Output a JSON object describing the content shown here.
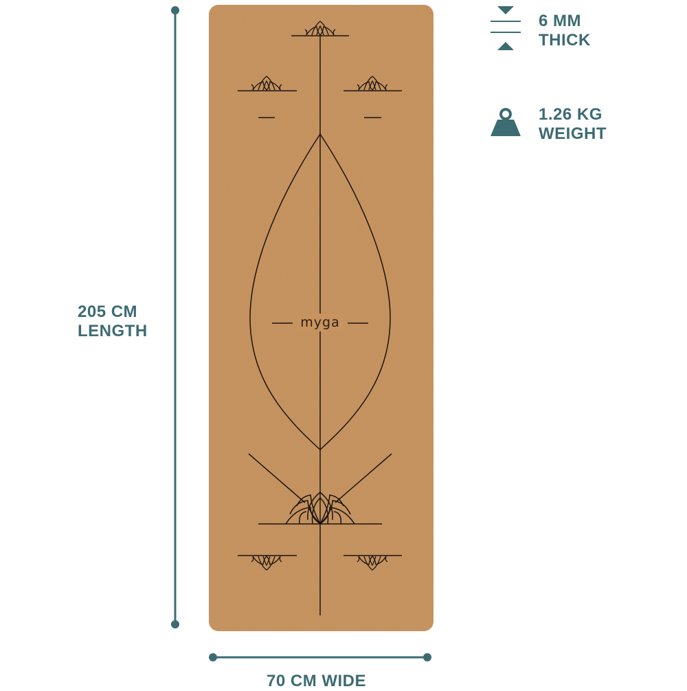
{
  "brand": {
    "logo_text": "myga"
  },
  "colors": {
    "accent": "#3d6b72",
    "cork": "#c8935f",
    "line": "#1a1410"
  },
  "dimensions": {
    "length": {
      "value": "205 CM",
      "label": "LENGTH"
    },
    "width": {
      "text": "70 CM WIDE"
    }
  },
  "specs": {
    "thickness": {
      "value": "6 MM",
      "label": "THICK",
      "icon": "thickness-icon"
    },
    "weight": {
      "value": "1.26 KG",
      "label": "WEIGHT",
      "icon": "weight-icon"
    }
  }
}
